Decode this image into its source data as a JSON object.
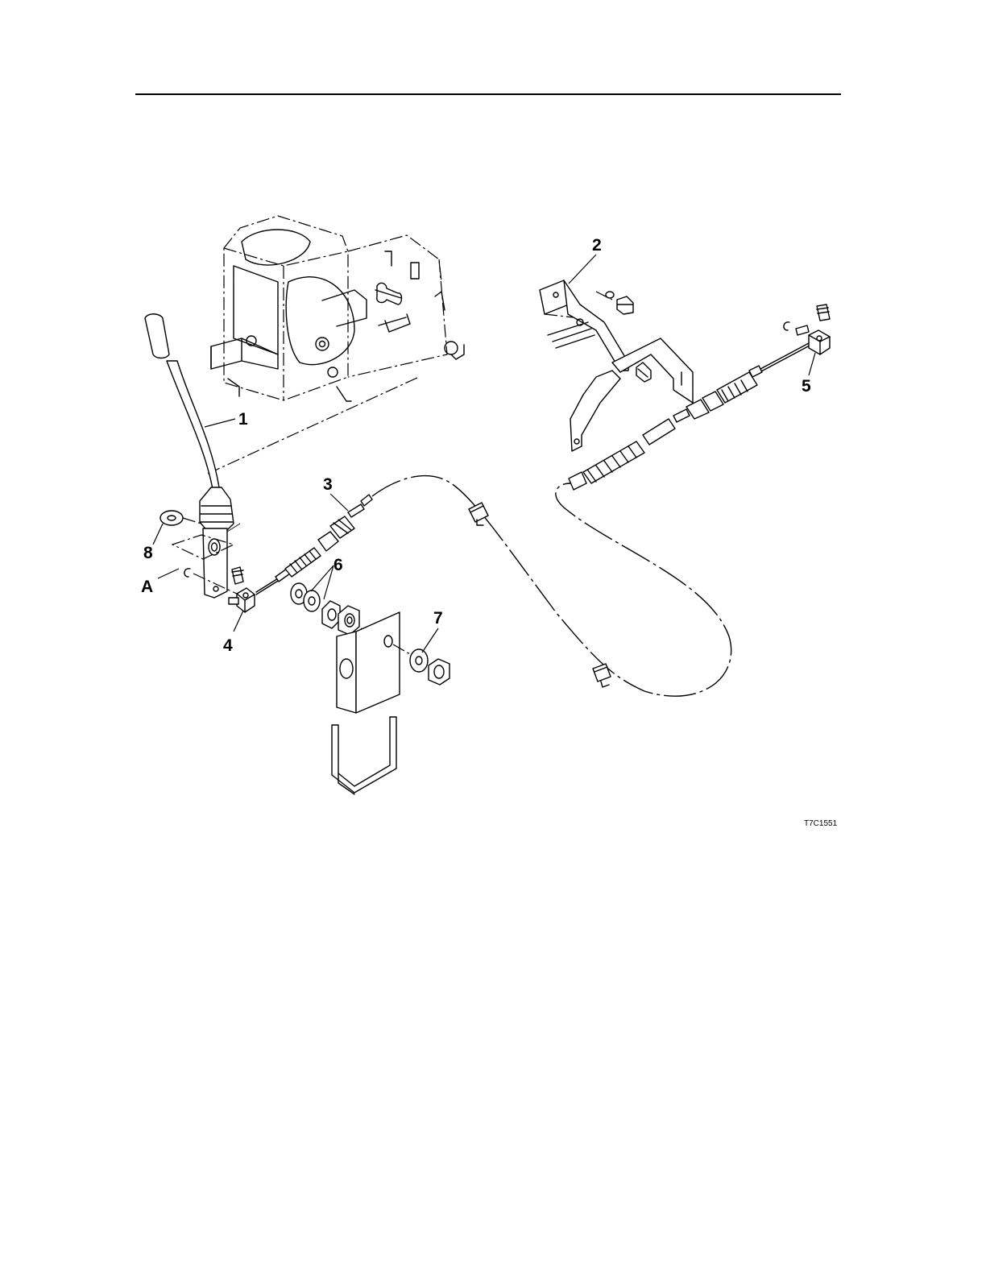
{
  "callouts": {
    "c1": "1",
    "c2": "2",
    "c3": "3",
    "c4": "4",
    "c5": "5",
    "c6": "6",
    "c7": "7",
    "c8": "8",
    "cA": "A"
  },
  "figure_id": "T7C1551"
}
